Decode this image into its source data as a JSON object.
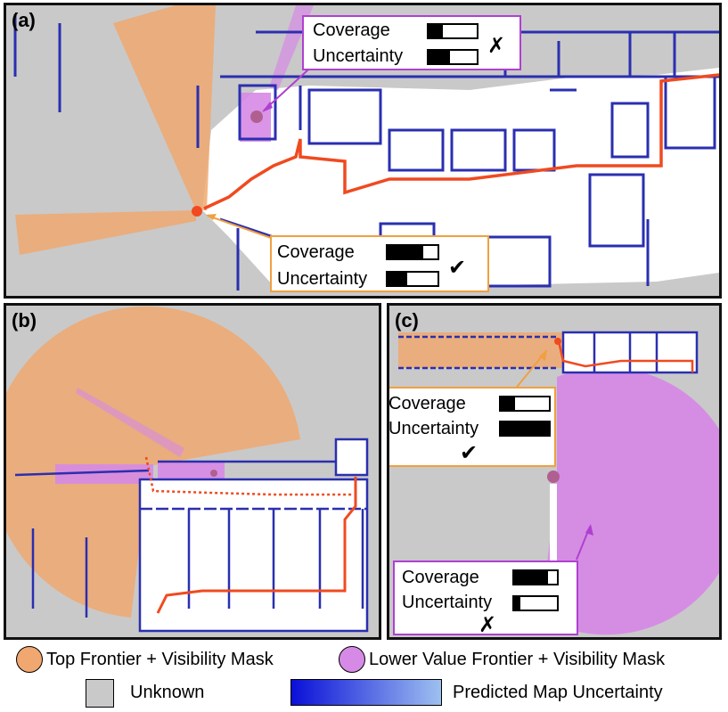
{
  "panels": {
    "a": {
      "label": "(a)",
      "callout_top": {
        "coverage_label": "Coverage",
        "coverage_value": 0.3,
        "uncertainty_label": "Uncertainty",
        "uncertainty_value": 0.45,
        "verdict": "✗"
      },
      "callout_bottom": {
        "coverage_label": "Coverage",
        "coverage_value": 0.72,
        "uncertainty_label": "Uncertainty",
        "uncertainty_value": 0.4,
        "verdict": "✔"
      }
    },
    "b": {
      "label": "(b)"
    },
    "c": {
      "label": "(c)",
      "callout_top": {
        "coverage_label": "Coverage",
        "coverage_value": 0.3,
        "uncertainty_label": "Uncertainty",
        "uncertainty_value": 1.0,
        "verdict": "✔"
      },
      "callout_bottom": {
        "coverage_label": "Coverage",
        "coverage_value": 0.8,
        "uncertainty_label": "Uncertainty",
        "uncertainty_value": 0.15,
        "verdict": "✗"
      }
    }
  },
  "legend": {
    "top_frontier": "Top Frontier + Visibility Mask",
    "lower_frontier": "Lower Value Frontier + Visibility Mask",
    "unknown": "Unknown",
    "uncertainty": "Predicted Map Uncertainty"
  },
  "colors": {
    "top_frontier": "#f0a870",
    "lower_frontier": "#d68ae6",
    "unknown": "#c9c9c9",
    "uncertainty_dark": "#0a10d8",
    "uncertainty_light": "#9ec0f0",
    "path": "#f04a20",
    "callout_orange": "#f0a040",
    "callout_purple": "#b040d0"
  }
}
